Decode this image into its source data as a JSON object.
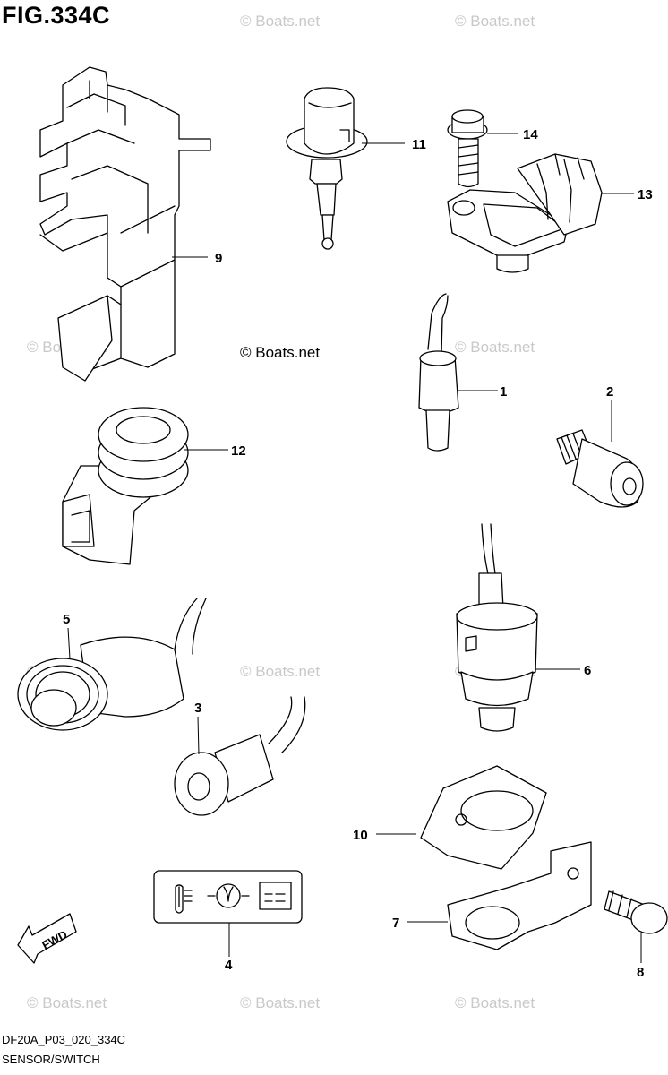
{
  "figure": {
    "title": "FIG.334C",
    "code": "DF20A_P03_020_334C",
    "caption": "SENSOR/SWITCH"
  },
  "watermarks": {
    "faint": "© Boats.net",
    "center": "© Boats.net"
  },
  "fwd_label": "FWD",
  "callouts": [
    "1",
    "2",
    "3",
    "4",
    "5",
    "6",
    "7",
    "8",
    "9",
    "10",
    "11",
    "12",
    "13",
    "14"
  ]
}
